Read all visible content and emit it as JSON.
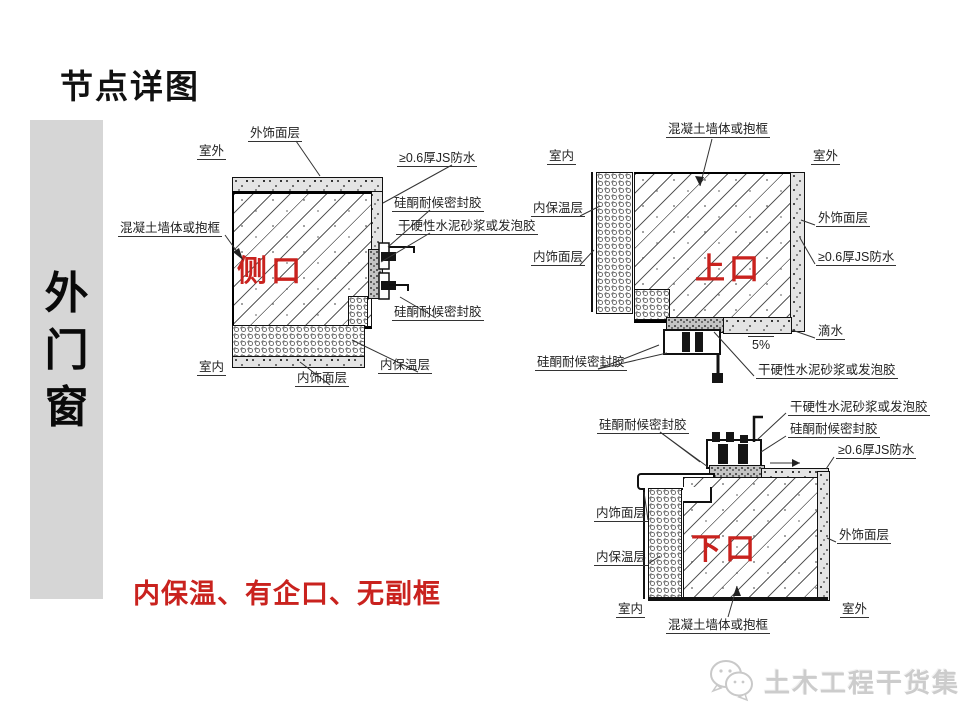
{
  "page": {
    "title": "节点详图",
    "note": "内保温、有企口、无副框",
    "watermark_text": "土木工程干货集"
  },
  "sidebar": {
    "text": "外门窗",
    "chars": [
      "外",
      "门",
      "窗"
    ]
  },
  "colors": {
    "tag_red": "#c9221e",
    "sidebar_gray": "#d6d6d6",
    "line_black": "#111111"
  },
  "diagram_side": {
    "tag": "侧口",
    "labels": {
      "outdoor": "室外",
      "indoor": "室内",
      "exterior_finish": "外饰面层",
      "js_waterproof": "≥0.6厚JS防水",
      "sealant_top": "硅酮耐候密封胶",
      "mortar_foam": "干硬性水泥砂浆或发泡胶",
      "sealant_bottom": "硅酮耐候密封胶",
      "insulation": "内保温层",
      "interior_finish": "内饰面层",
      "wall": "混凝土墙体或抱框"
    }
  },
  "diagram_top": {
    "tag": "上口",
    "labels": {
      "wall": "混凝土墙体或抱框",
      "indoor": "室内",
      "outdoor": "室外",
      "insulation": "内保温层",
      "interior_finish": "内饰面层",
      "exterior_finish": "外饰面层",
      "js_waterproof": "≥0.6厚JS防水",
      "drip": "滴水",
      "slope": "5%",
      "sealant": "硅酮耐候密封胶",
      "mortar_foam": "干硬性水泥砂浆或发泡胶"
    }
  },
  "diagram_bottom": {
    "tag": "下口",
    "labels": {
      "mortar_foam": "干硬性水泥砂浆或发泡胶",
      "sealant_top": "硅酮耐候密封胶",
      "sealant_outer": "硅酮耐候密封胶",
      "js_waterproof": "≥0.6厚JS防水",
      "interior_finish": "内饰面层",
      "insulation": "内保温层",
      "exterior_finish": "外饰面层",
      "indoor": "室内",
      "outdoor": "室外",
      "wall": "混凝土墙体或抱框"
    }
  }
}
